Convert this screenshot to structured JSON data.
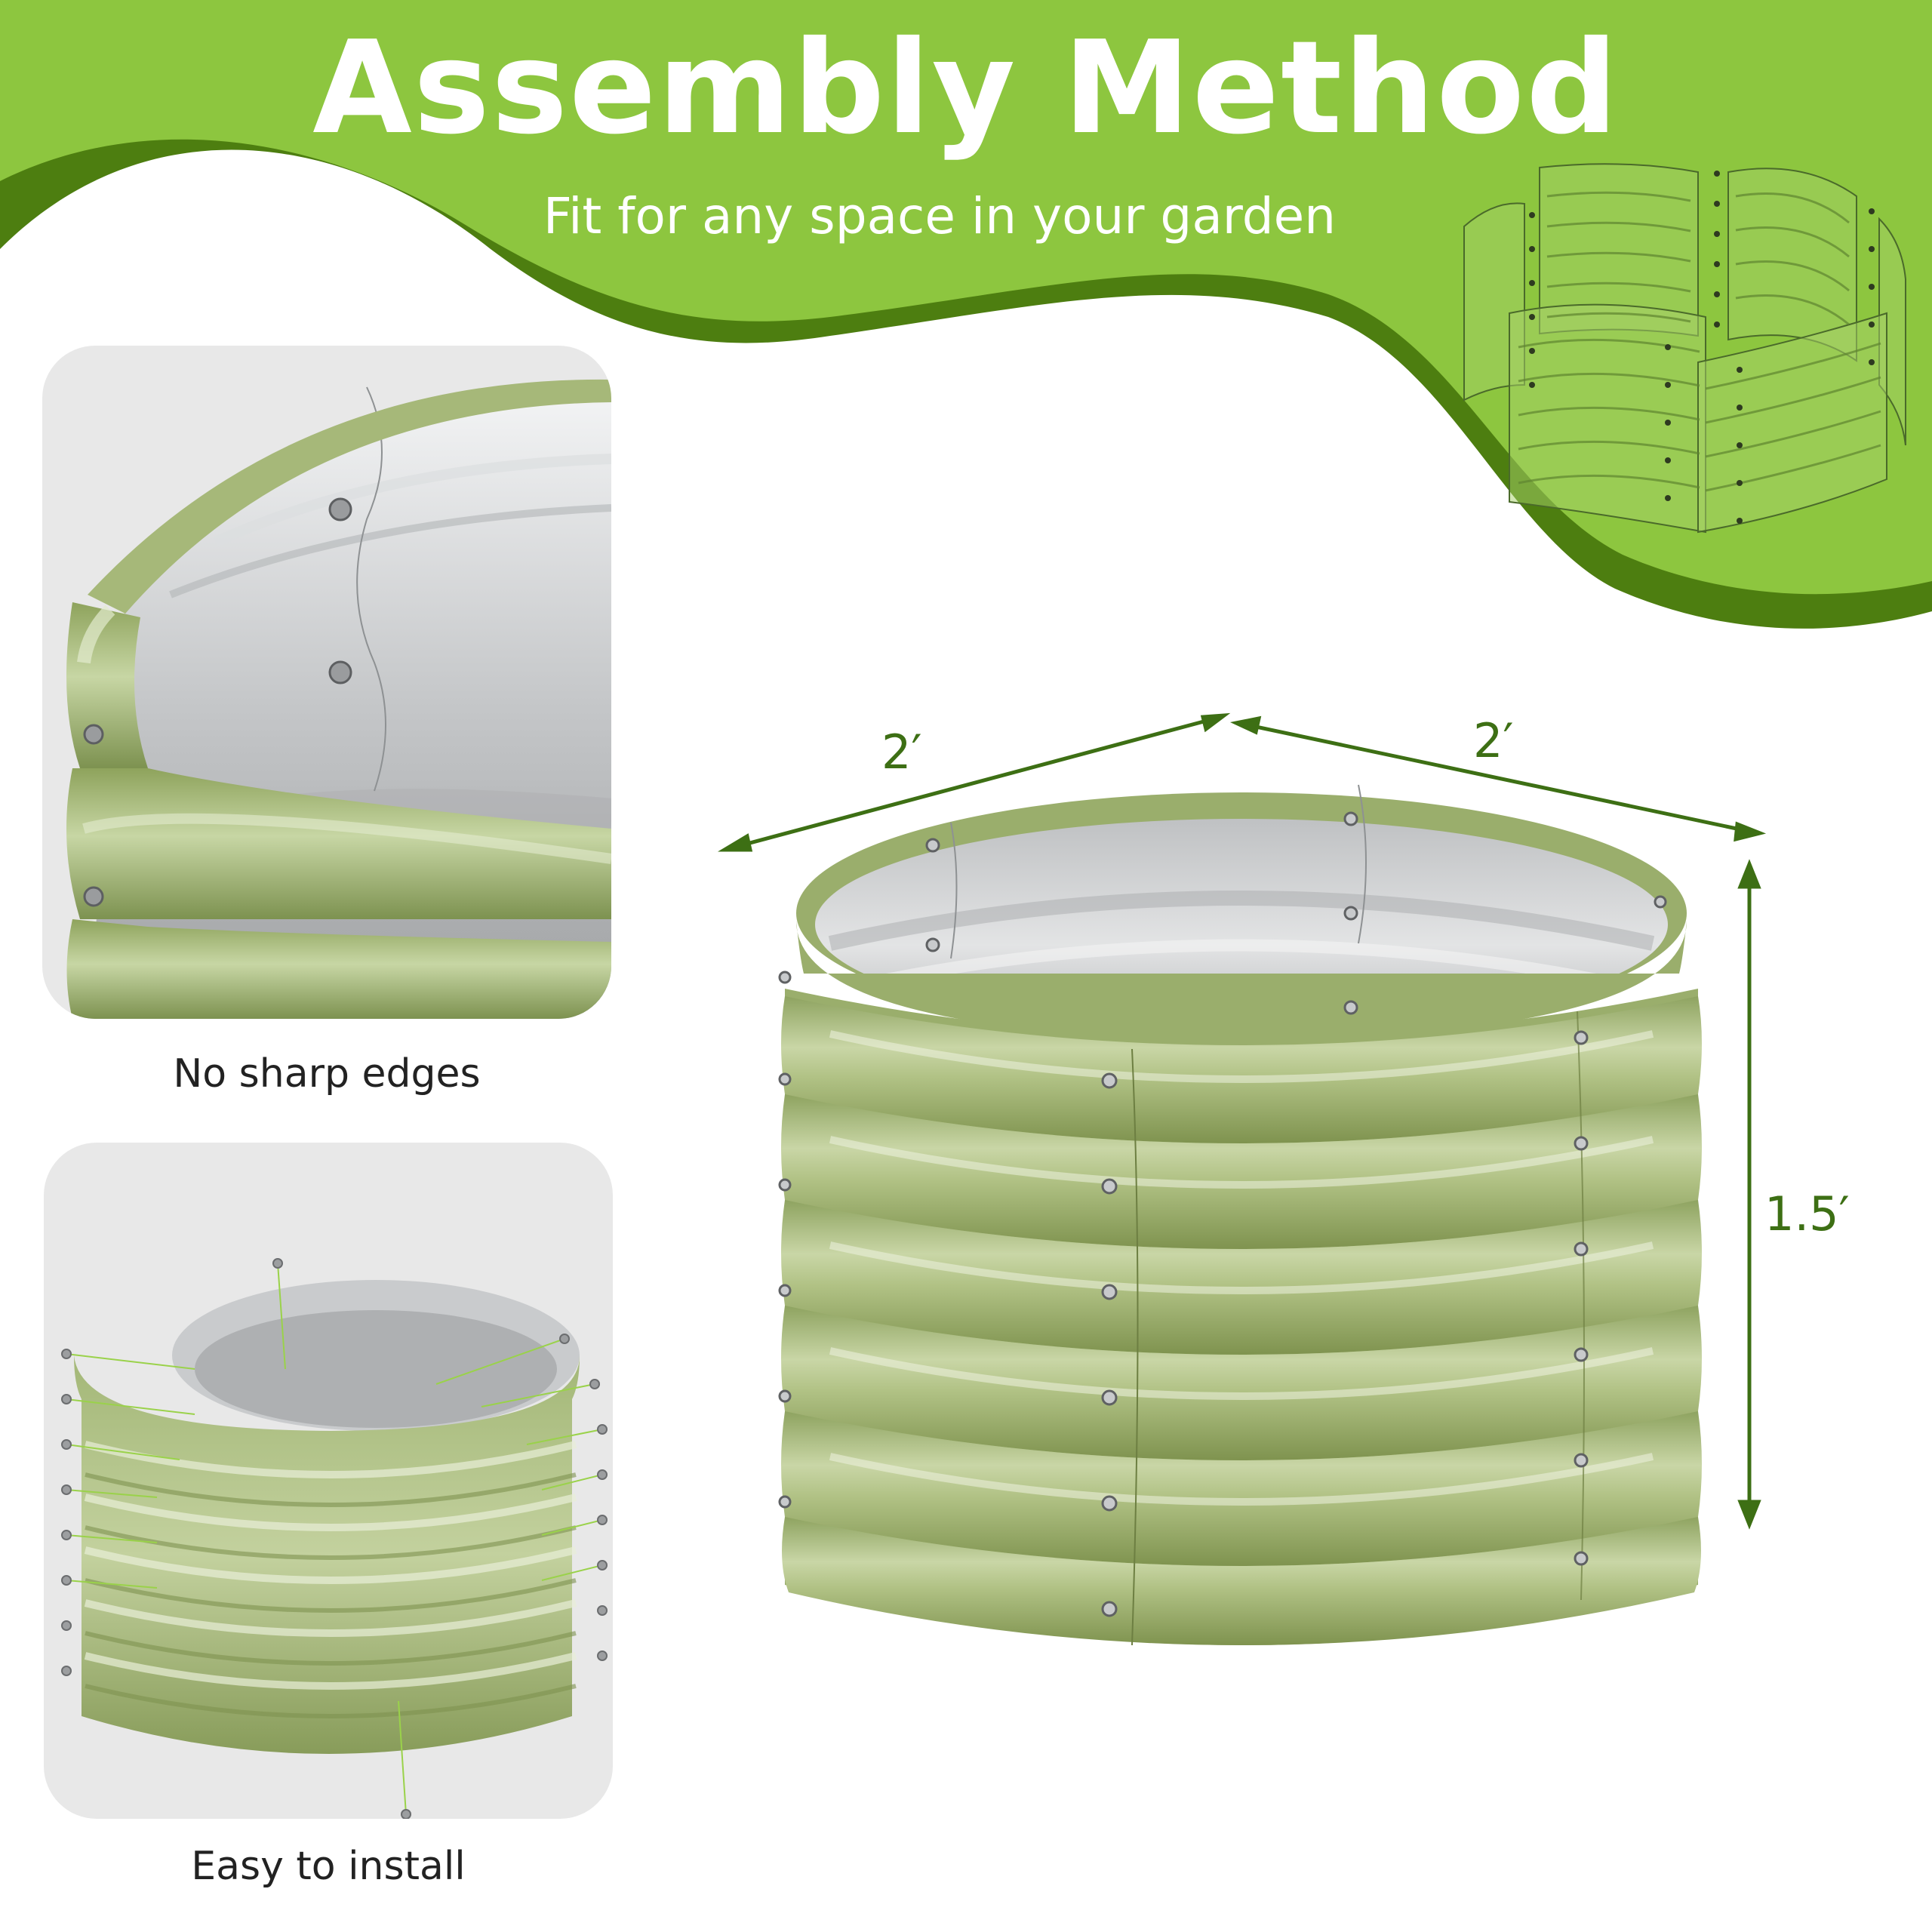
{
  "header": {
    "title": "Assembly Method",
    "subtitle": "Fit for any space in your garden"
  },
  "features": [
    {
      "caption": "No sharp edges",
      "icon": "rolled-edge-closeup"
    },
    {
      "caption": "Easy to install",
      "icon": "exploded-bolts-bed"
    }
  ],
  "dimensions": {
    "width_left": "2′",
    "width_right": "2′",
    "height": "1.5′"
  },
  "colors": {
    "banner_green": "#8dc63f",
    "banner_dark": "#4d7e10",
    "bed_green": "#9aae6c",
    "steel_inner": "#c9cbcd",
    "dimension_green": "#3d6f14"
  }
}
